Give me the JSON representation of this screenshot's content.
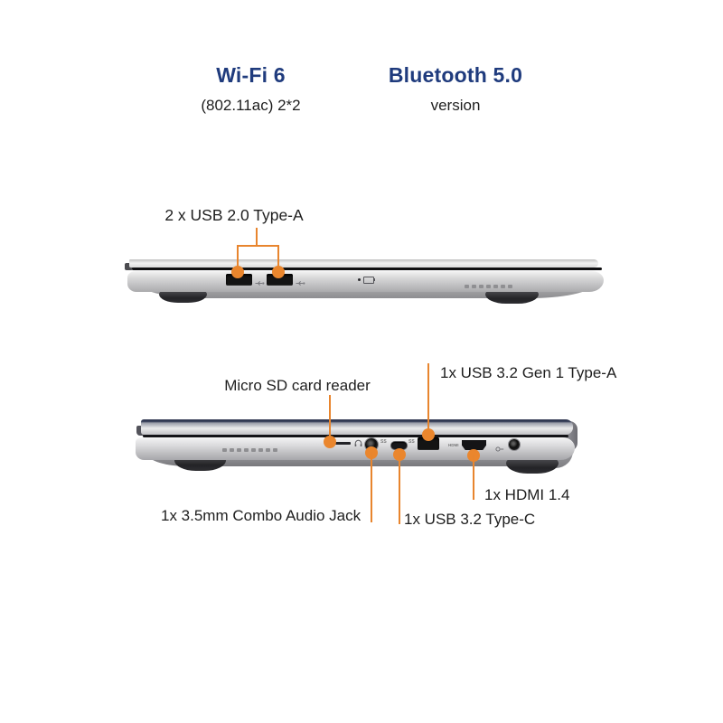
{
  "colors": {
    "accent_orange": "#E8852E",
    "title_navy": "#1F3B7D",
    "label_black": "#1E1E1E",
    "chassis_silver": "#d9d9db",
    "lid_navy_edge": "#2d3550"
  },
  "connectivity": {
    "wifi": {
      "title": "Wi-Fi 6",
      "subtitle": "(802.11ac) 2*2"
    },
    "bluetooth": {
      "title": "Bluetooth 5.0",
      "subtitle": "version"
    }
  },
  "left_side_view": {
    "usb_label": "2 x USB 2.0 Type-A"
  },
  "right_side_view": {
    "micro_sd_label": "Micro SD card reader",
    "usb_a_label": "1x USB 3.2 Gen 1 Type-A",
    "audio_label": "1x 3.5mm Combo Audio Jack",
    "usb_c_label": "1x USB 3.2 Type-C",
    "hdmi_label": "1x HDMI 1.4"
  },
  "engravings": {
    "superspeed": "SS",
    "hdmi": "HDMI"
  },
  "icons": {
    "usb_type_a": "usb-trident-icon",
    "headphone_jack": "headphone-icon",
    "dc_in": "dc-in-icon",
    "battery_indicator": "battery-icon"
  }
}
